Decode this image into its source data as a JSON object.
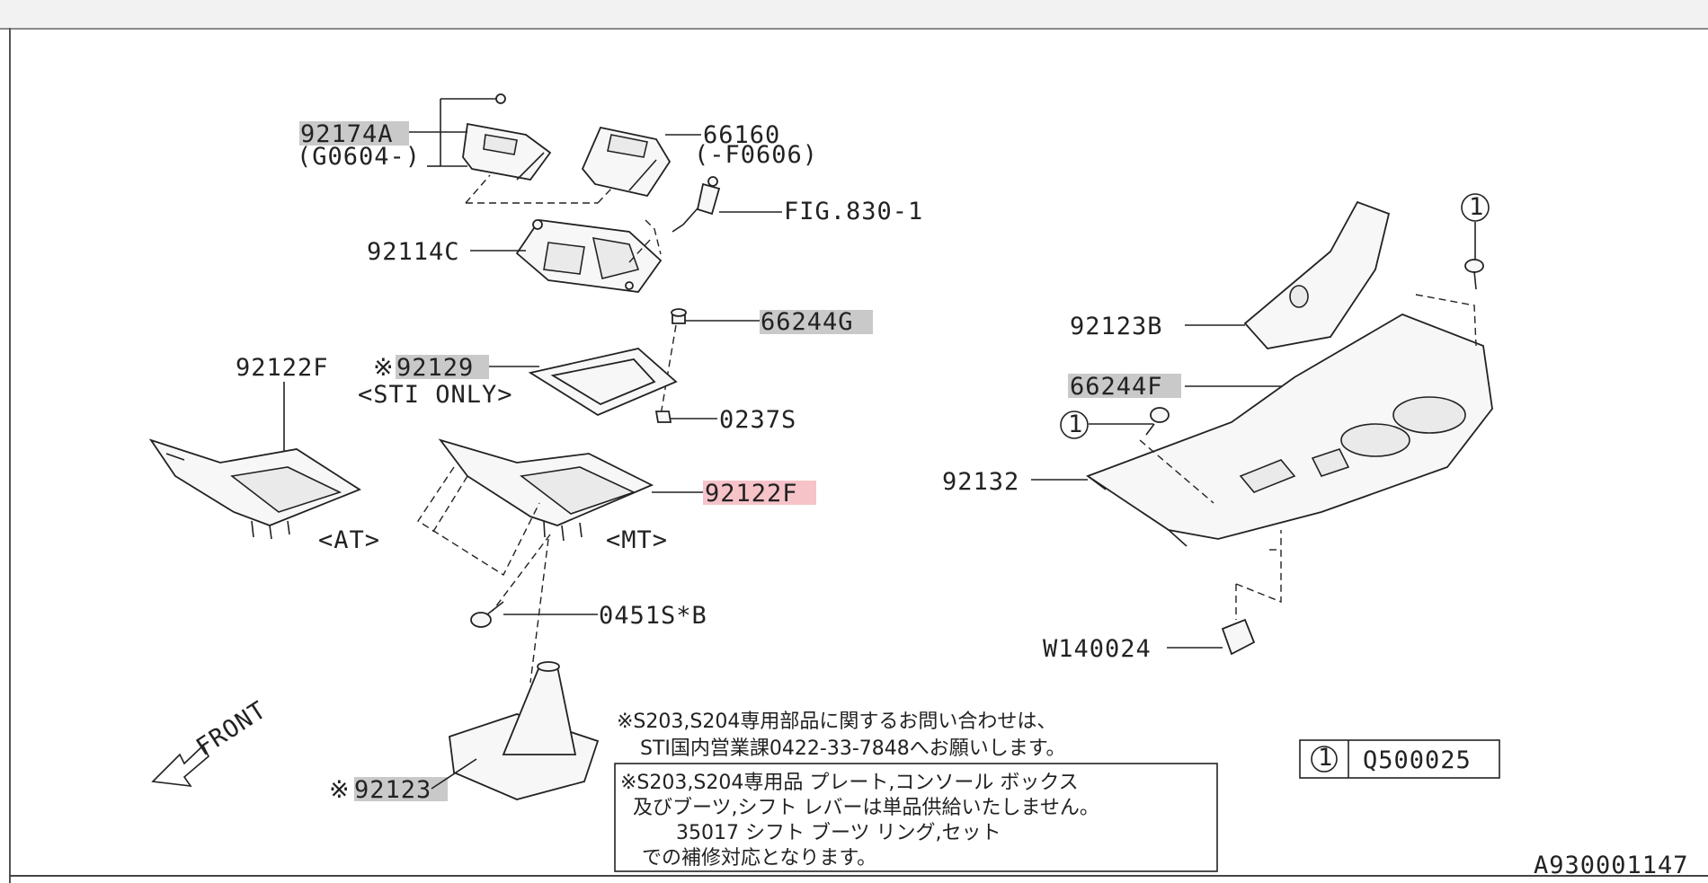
{
  "labels": {
    "p92174A": "92174A",
    "g0604": "(G0604-)",
    "p66160": "66160",
    "f0606": "(-F0606)",
    "fig830": "FIG.830-1",
    "p92114C": "92114C",
    "p66244G": "66244G",
    "p92129_mark": "※",
    "p92129": "92129",
    "sti_only": "<STI ONLY>",
    "p92122F_left": "92122F",
    "p0237S": "0237S",
    "p92122F_right": "92122F",
    "at": "<AT>",
    "mt": "<MT>",
    "p0451S": "0451S*B",
    "p92123_mark": "※",
    "p92123": "92123",
    "front": "FRONT",
    "p92123B": "92123B",
    "p66244F": "66244F",
    "p92132": "92132",
    "w140024": "W140024",
    "circle_1": "1",
    "legend_code": "Q500025",
    "diagram_id": "A930001147"
  },
  "notes": {
    "contact_line1": "※S203,S204専用部品に関するお問い合わせは、",
    "contact_line2": "STI国内営業課0422-33-7848へお願いします。",
    "box_line1": "※S203,S204専用品 プレート,コンソール ボックス",
    "box_line2": "及びブーツ,シフト レバーは単品供給いたしません。",
    "box_line3": "35017 シフト ブーツ リング,セット",
    "box_line4": "での補修対応となります。"
  },
  "highlights": {
    "grey": "#c9c9c9",
    "pink": "#f6c3c8"
  }
}
